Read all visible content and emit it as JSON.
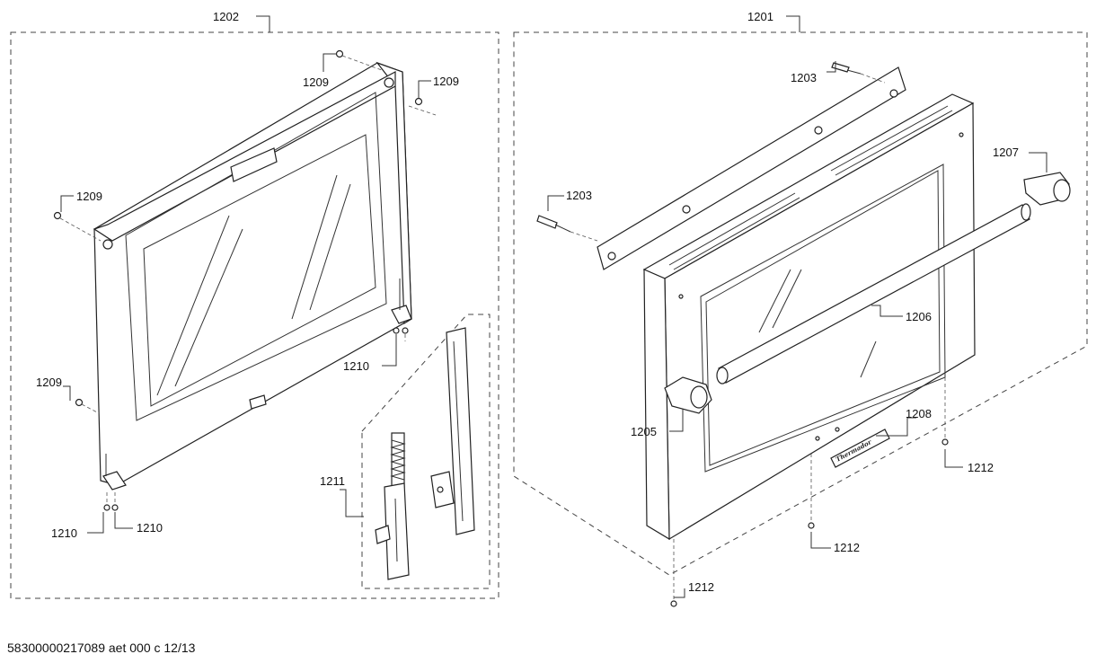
{
  "diagram": {
    "labels": {
      "door_assembly_left": "1202",
      "door_assembly_right": "1201",
      "bolt_top_right": "1203",
      "bolt_left": "1203",
      "screw_top_mid": "1209",
      "screw_top_right": "1209",
      "screw_left_top": "1209",
      "screw_left_bottom": "1209",
      "screw_bottom_right": "1210",
      "screw_bottom_left_a": "1210",
      "screw_bottom_left_b": "1210",
      "hinge": "1211",
      "handle_end_cap_right": "1207",
      "handle_bar": "1206",
      "handle_end_cap_left": "1205",
      "badge": "1208",
      "screw_right_a": "1212",
      "screw_right_b": "1212",
      "screw_right_c": "1212"
    },
    "brand_badge_text": "Thermador",
    "reference_code": "58300000217089 aet 000 c 12/13"
  }
}
